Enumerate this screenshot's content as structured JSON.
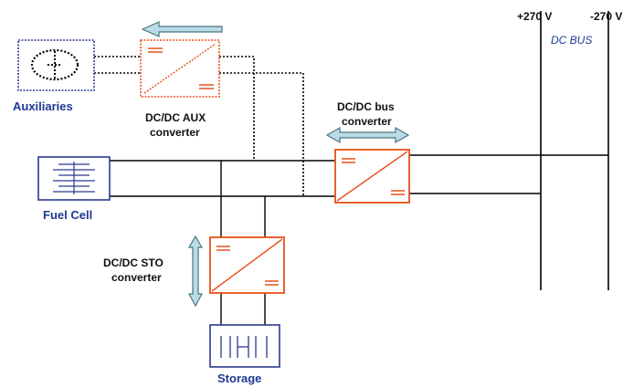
{
  "labels": {
    "auxiliaries": "Auxiliaries",
    "fuel_cell": "Fuel Cell",
    "storage": "Storage",
    "dcdc_aux_line1": "DC/DC AUX",
    "dcdc_aux_line2": "converter",
    "dcdc_bus_line1": "DC/DC bus",
    "dcdc_bus_line2": "converter",
    "dcdc_sto_line1": "DC/DC STO",
    "dcdc_sto_line2": "converter",
    "v_plus": "+270 V",
    "v_minus": "-270 V",
    "dc_bus": "DC BUS"
  },
  "colors": {
    "component_outline": "#2b3a8f",
    "converter_outline": "#e8501a",
    "wire": "#000000",
    "arrow_fill": "#b9dde6",
    "arrow_outline": "#4c7380"
  }
}
